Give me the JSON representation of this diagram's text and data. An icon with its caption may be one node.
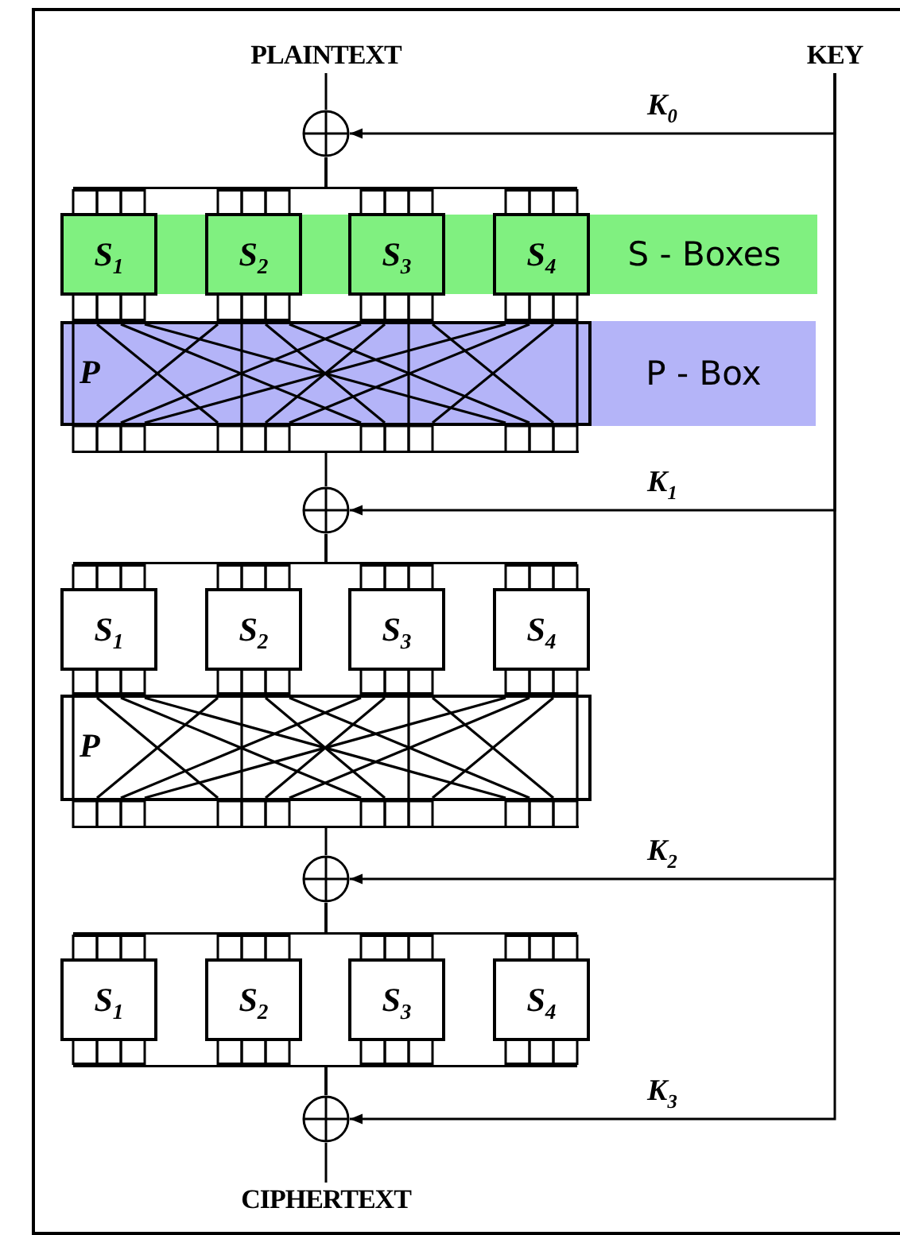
{
  "diagram": {
    "nodes": [
      {
        "text": [
          "PLAINTEXT"
        ]
      },
      {
        "text": [
          "KEY"
        ]
      },
      {
        "text": [],
        "shape": "circle"
      },
      {
        "text": [
          "S - Boxes"
        ]
      },
      {
        "text": [
          "S$_{1}$"
        ],
        "in": 3
      },
      {
        "text": [
          "S$_{2}$"
        ],
        "in": 3
      },
      {
        "text": [
          "S$_{3}$"
        ],
        "in": 3
      },
      {
        "text": [
          "S$_{4}$"
        ],
        "in": 3
      },
      {
        "text": [
          "P - Box"
        ]
      },
      {
        "text": [
          "P"
        ],
        "in": 8
      },
      {
        "text": [],
        "shape": "circle"
      },
      {
        "text": [
          "S$_{1}$"
        ]
      },
      {
        "text": [
          "S$_{2}$"
        ]
      },
      {
        "text": [
          "S$_{3}$"
        ]
      },
      {
        "text": [
          "S$_{4}$"
        ]
      },
      {
        "text": [
          "P"
        ]
      },
      {
        "text": [],
        "shape": "circle"
      },
      {
        "text": [
          "S$_{1}$"
        ]
      },
      {
        "text": [
          "S$_{2}$"
        ]
      },
      {
        "text": [
          "S$_{3}$"
        ]
      },
      {
        "text": [
          "S$_{4}$"
        ]
      },
      {
        "text": [],
        "shape": "circle"
      },
      {
        "text": [
          "CIPHERTEXT"
        ]
      }
    ],
    "edges": [
      {
        "from": 0,
        "to": 2,
        "arrow": "none"
      },
      {
        "from": 1,
        "to": 2,
        "arrow": "to",
        "label": "K$_{0}$"
      },
      {
        "from": 2,
        "to": 4,
        "arrow": "none"
      },
      {
        "from": 2,
        "to": 5,
        "arrow": "none"
      },
      {
        "from": 2,
        "to": 6,
        "arrow": "none"
      },
      {
        "from": 2,
        "to": 7,
        "arrow": "none"
      },
      {
        "from": 9,
        "to": 10,
        "arrow": "none"
      },
      {
        "from": 1,
        "to": 10,
        "arrow": "to",
        "label": "K$_{1}$"
      },
      {
        "from": 10,
        "to": 11,
        "arrow": "none"
      },
      {
        "from": 10,
        "to": 12,
        "arrow": "none"
      },
      {
        "from": 10,
        "to": 13,
        "arrow": "none"
      },
      {
        "from": 10,
        "to": 14,
        "arrow": "none"
      },
      {
        "from": 15,
        "to": 16,
        "arrow": "none"
      },
      {
        "from": 1,
        "to": 16,
        "arrow": "to",
        "label": "K$_{2}$"
      },
      {
        "from": 16,
        "to": 17,
        "arrow": "none"
      },
      {
        "from": 16,
        "to": 18,
        "arrow": "none"
      },
      {
        "from": 16,
        "to": 19,
        "arrow": "none"
      },
      {
        "from": 16,
        "to": 20,
        "arrow": "none"
      },
      {
        "from": 17,
        "to": 21,
        "arrow": "none"
      },
      {
        "from": 18,
        "to": 21,
        "arrow": "none"
      },
      {
        "from": 19,
        "to": 21,
        "arrow": "none"
      },
      {
        "from": 20,
        "to": 21,
        "arrow": "none"
      },
      {
        "from": 21,
        "to": 22,
        "arrow": "none"
      },
      {
        "from": 1,
        "to": 21,
        "arrow": "to",
        "label": "K$_{3}$"
      }
    ]
  }
}
